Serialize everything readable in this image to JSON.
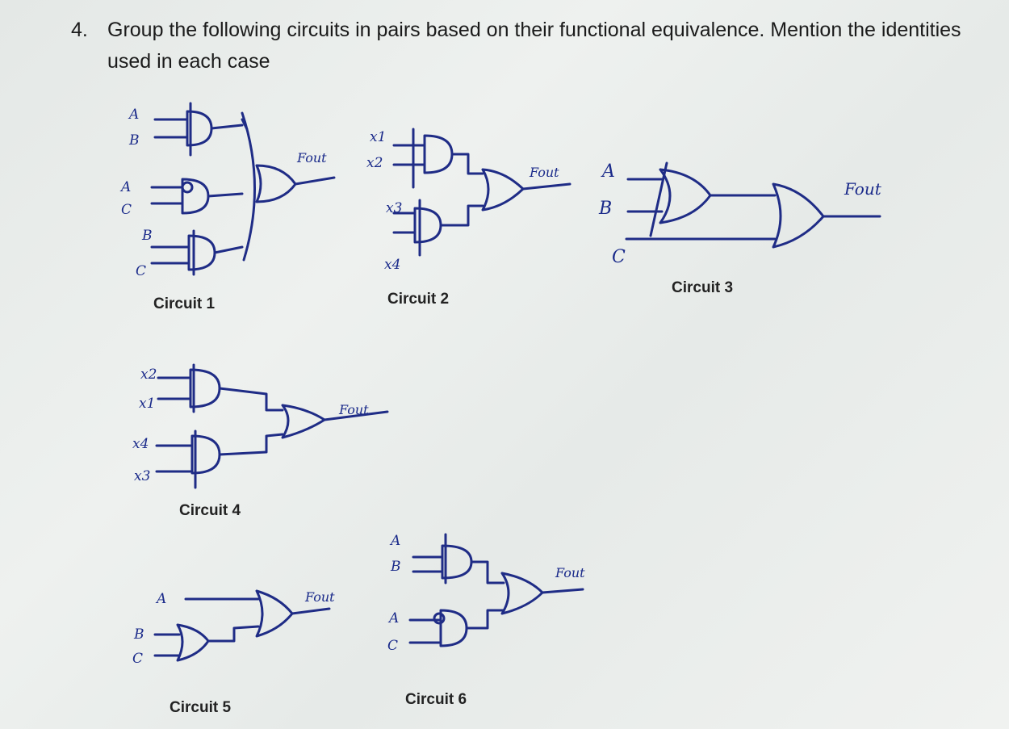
{
  "question": {
    "number": "4.",
    "text": "Group the following circuits in pairs based on their functional equivalence. Mention the identities used in each case"
  },
  "circuits": [
    {
      "caption": "Circuit 1",
      "inputs": [
        "A",
        "B",
        "A",
        "C",
        "B",
        "C"
      ],
      "output": "Fout"
    },
    {
      "caption": "Circuit 2",
      "inputs": [
        "x1",
        "x2",
        "x3",
        "x4"
      ],
      "output": "Fout"
    },
    {
      "caption": "Circuit 3",
      "inputs": [
        "A",
        "B",
        "C"
      ],
      "output": "Fout"
    },
    {
      "caption": "Circuit 4",
      "inputs": [
        "x2",
        "x1",
        "x4",
        "x3"
      ],
      "output": "Fout"
    },
    {
      "caption": "Circuit 5",
      "inputs": [
        "A",
        "B",
        "C"
      ],
      "output": "Fout"
    },
    {
      "caption": "Circuit 6",
      "inputs": [
        "A",
        "B",
        "A",
        "C"
      ],
      "output": "Fout"
    }
  ],
  "colors": {
    "ink": "#1f2c86",
    "text": "#1b1b1b"
  }
}
